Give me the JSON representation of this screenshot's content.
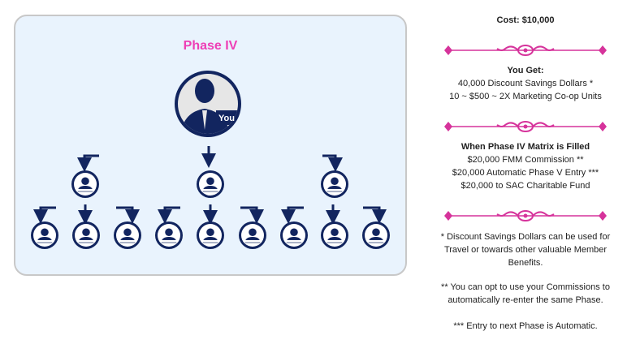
{
  "diagram": {
    "title": "Phase IV",
    "you_label": "You",
    "colors": {
      "title": "#ee3fb6",
      "node": "#12255f",
      "arrow": "#12255f",
      "panel_bg": "#e9f3fd",
      "divider": "#d6339b"
    }
  },
  "info": {
    "cost": "Cost: $10,000",
    "you_get": {
      "heading": "You Get:",
      "lines": [
        "40,000 Discount Savings Dollars *",
        "10 ~ $500 ~ 2X Marketing Co-op Units"
      ]
    },
    "filled": {
      "heading": "When Phase IV Matrix is Filled",
      "lines": [
        "$20,000 FMM Commission **",
        "$20,000 Automatic Phase V Entry ***",
        "$20,000 to SAC Charitable Fund"
      ]
    },
    "notes": [
      [
        "* Discount Savings Dollars can be used for",
        "Travel or towards other valuable Member",
        "Benefits."
      ],
      [
        "** You can opt to use your Commissions to",
        "automatically re-enter the same Phase."
      ],
      [
        "*** Entry to next Phase is Automatic."
      ]
    ]
  }
}
